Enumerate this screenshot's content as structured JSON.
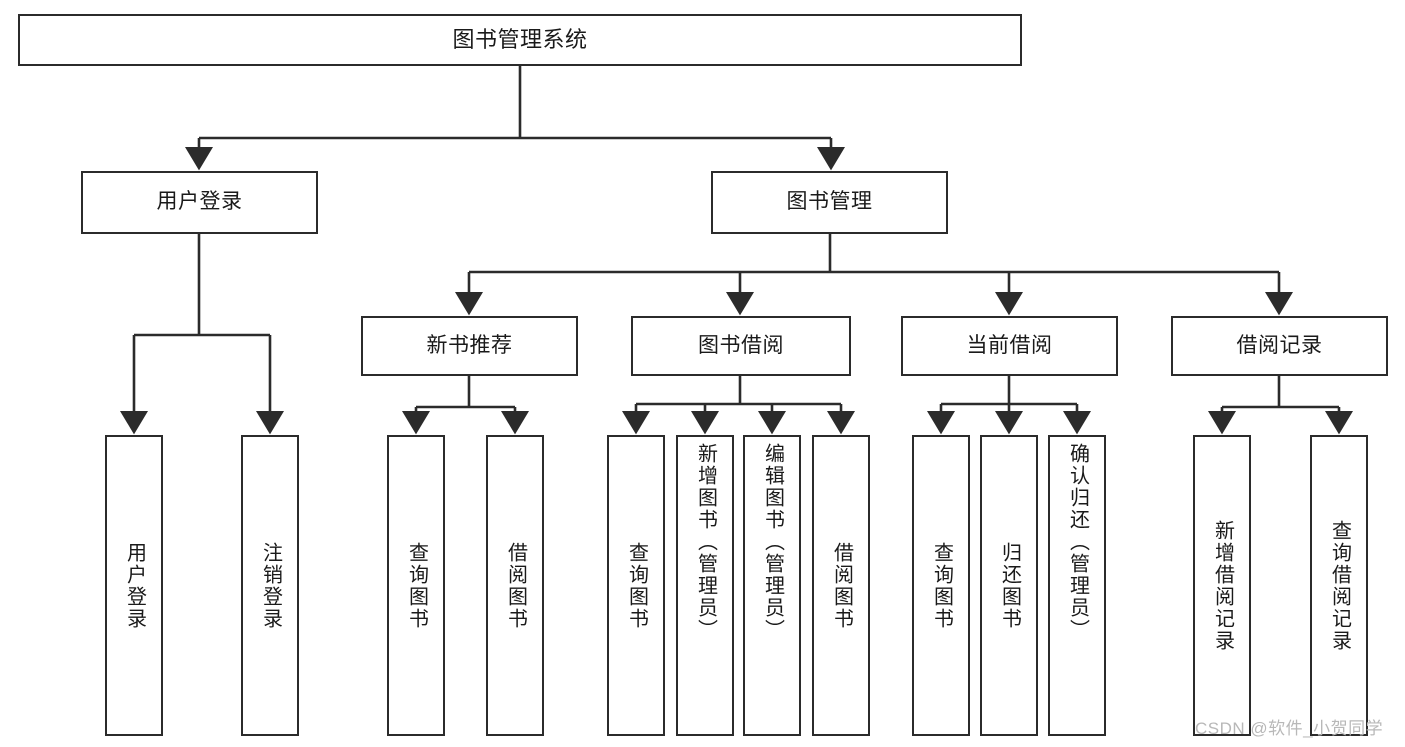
{
  "diagram": {
    "title": "图书管理系统",
    "watermark": "CSDN @软件_小贺同学",
    "colors": {
      "box_border": "#2b2b2b",
      "box_fill": "#ffffff",
      "edge": "#2b2b2b",
      "text": "#1a1a1a",
      "watermark": "#b8b8b8",
      "background": "#ffffff"
    },
    "levels": {
      "root": "图书管理系统",
      "level2": [
        "用户登录",
        "图书管理"
      ],
      "level3": [
        "新书推荐",
        "图书借阅",
        "当前借阅",
        "借阅记录"
      ],
      "level4": [
        "用户登录",
        "注销登录",
        "查询图书",
        "借阅图书",
        "查询图书",
        "新增图书（管理员）",
        "编辑图书（管理员）",
        "借阅图书",
        "查询图书",
        "归还图书",
        "确认归还（管理员）",
        "新增借阅记录",
        "查询借阅记录"
      ]
    },
    "nodes": {
      "root": {
        "label": "图书管理系统"
      },
      "user_login": {
        "label": "用户登录"
      },
      "book_manage": {
        "label": "图书管理"
      },
      "new_book_rec": {
        "label": "新书推荐"
      },
      "book_borrow": {
        "label": "图书借阅"
      },
      "current_borrow": {
        "label": "当前借阅"
      },
      "borrow_record": {
        "label": "借阅记录"
      },
      "leaf_user_login": {
        "label": "用户登录"
      },
      "leaf_logout": {
        "label": "注销登录"
      },
      "leaf_query_book_1": {
        "label": "查询图书"
      },
      "leaf_borrow_book_1": {
        "label": "借阅图书"
      },
      "leaf_query_book_2": {
        "label": "查询图书"
      },
      "leaf_add_book": {
        "label": "新增图书（管理员）"
      },
      "leaf_edit_book": {
        "label": "编辑图书（管理员）"
      },
      "leaf_borrow_book_2": {
        "label": "借阅图书"
      },
      "leaf_query_book_3": {
        "label": "查询图书"
      },
      "leaf_return_book": {
        "label": "归还图书"
      },
      "leaf_confirm_return": {
        "label": "确认归还（管理员）"
      },
      "leaf_add_record": {
        "label": "新增借阅记录"
      },
      "leaf_query_record": {
        "label": "查询借阅记录"
      }
    },
    "edges": [
      {
        "from": "root",
        "to": "user_login"
      },
      {
        "from": "root",
        "to": "book_manage"
      },
      {
        "from": "user_login",
        "to": "leaf_user_login"
      },
      {
        "from": "user_login",
        "to": "leaf_logout"
      },
      {
        "from": "book_manage",
        "to": "new_book_rec"
      },
      {
        "from": "book_manage",
        "to": "book_borrow"
      },
      {
        "from": "book_manage",
        "to": "current_borrow"
      },
      {
        "from": "book_manage",
        "to": "borrow_record"
      },
      {
        "from": "new_book_rec",
        "to": "leaf_query_book_1"
      },
      {
        "from": "new_book_rec",
        "to": "leaf_borrow_book_1"
      },
      {
        "from": "book_borrow",
        "to": "leaf_query_book_2"
      },
      {
        "from": "book_borrow",
        "to": "leaf_add_book"
      },
      {
        "from": "book_borrow",
        "to": "leaf_edit_book"
      },
      {
        "from": "book_borrow",
        "to": "leaf_borrow_book_2"
      },
      {
        "from": "current_borrow",
        "to": "leaf_query_book_3"
      },
      {
        "from": "current_borrow",
        "to": "leaf_return_book"
      },
      {
        "from": "current_borrow",
        "to": "leaf_confirm_return"
      },
      {
        "from": "borrow_record",
        "to": "leaf_add_record"
      },
      {
        "from": "borrow_record",
        "to": "leaf_query_record"
      }
    ]
  }
}
